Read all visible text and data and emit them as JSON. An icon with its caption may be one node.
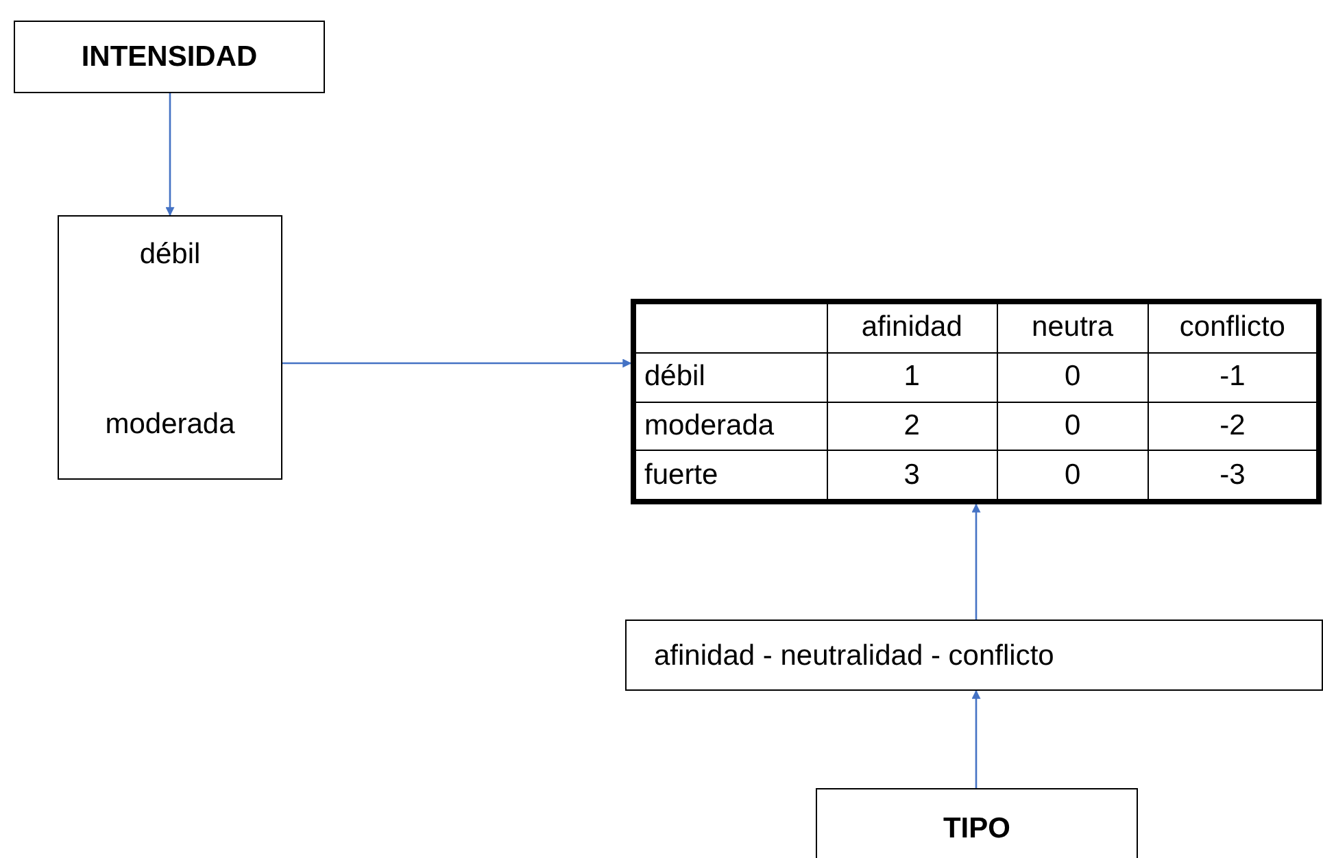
{
  "diagram": {
    "nodes": [
      {
        "text": [
          "INTENSIDAD"
        ]
      },
      {
        "text": [
          "débil",
          "moderada"
        ]
      },
      {
        "text": [
          "afinidad",
          "neutra",
          "conflicto",
          "débil",
          "1",
          "0",
          "-1",
          "moderada",
          "2",
          "0",
          "-2",
          "fuerte",
          "3",
          "0",
          "-3"
        ]
      },
      {
        "text": [
          "afinidad - neutralidad - conflicto"
        ]
      },
      {
        "text": [
          "TIPO"
        ]
      }
    ],
    "edges": [
      {
        "from": 0,
        "to": 1,
        "arrow": "to"
      },
      {
        "from": 1,
        "to": 2,
        "arrow": "to"
      },
      {
        "from": 3,
        "to": 2,
        "arrow": "to"
      },
      {
        "from": 4,
        "to": 3,
        "arrow": "to"
      }
    ]
  }
}
